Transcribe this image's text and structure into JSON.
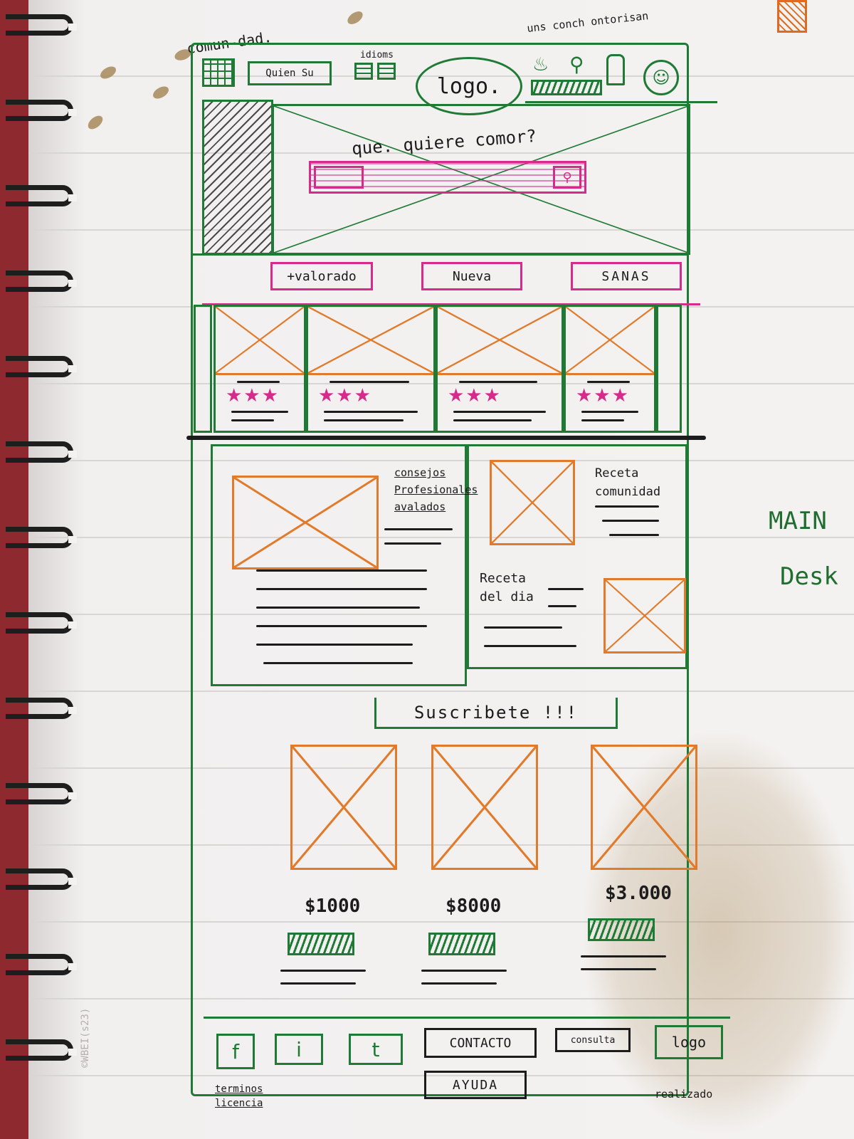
{
  "top_notes": {
    "left_annotation": "comun-dad.",
    "right_annotation": "uns conch ontorisan"
  },
  "header": {
    "search_label": "Quien Su",
    "language_label": "idioms",
    "logo_label": "logo."
  },
  "hero": {
    "headline": "que. quiere comor?"
  },
  "filters": [
    "+valorado",
    "Nueva",
    "SANAS"
  ],
  "cards": {
    "count_label": "",
    "ratings": [
      3,
      3,
      3,
      3
    ]
  },
  "content": {
    "pro_tips_title": "consejos Profesionales avalados",
    "community_title": "Receta comunidad",
    "recipe_of_day_title": "Receta del dia"
  },
  "subscribe": {
    "label": "Suscribete !!!"
  },
  "products": [
    {
      "price": "$1000"
    },
    {
      "price": "$8000"
    },
    {
      "price": "$3.000"
    }
  ],
  "footer": {
    "social_icons": [
      "f",
      "i",
      "t"
    ],
    "contact_label": "CONTACTO",
    "contact2_label": "consulta",
    "logo_label": "logo",
    "help_label": "AYUDA",
    "terms_label": "terminos licencia",
    "credits_label": "realizado"
  },
  "side_notes": {
    "main": "MAIN",
    "desk": "Desk"
  },
  "watermark": "©WBEI(s23)",
  "colors": {
    "frame": "#1f7a36",
    "accent": "#d62b8a",
    "placeholder": "#e17a2a",
    "ink": "#1c1c1c"
  }
}
